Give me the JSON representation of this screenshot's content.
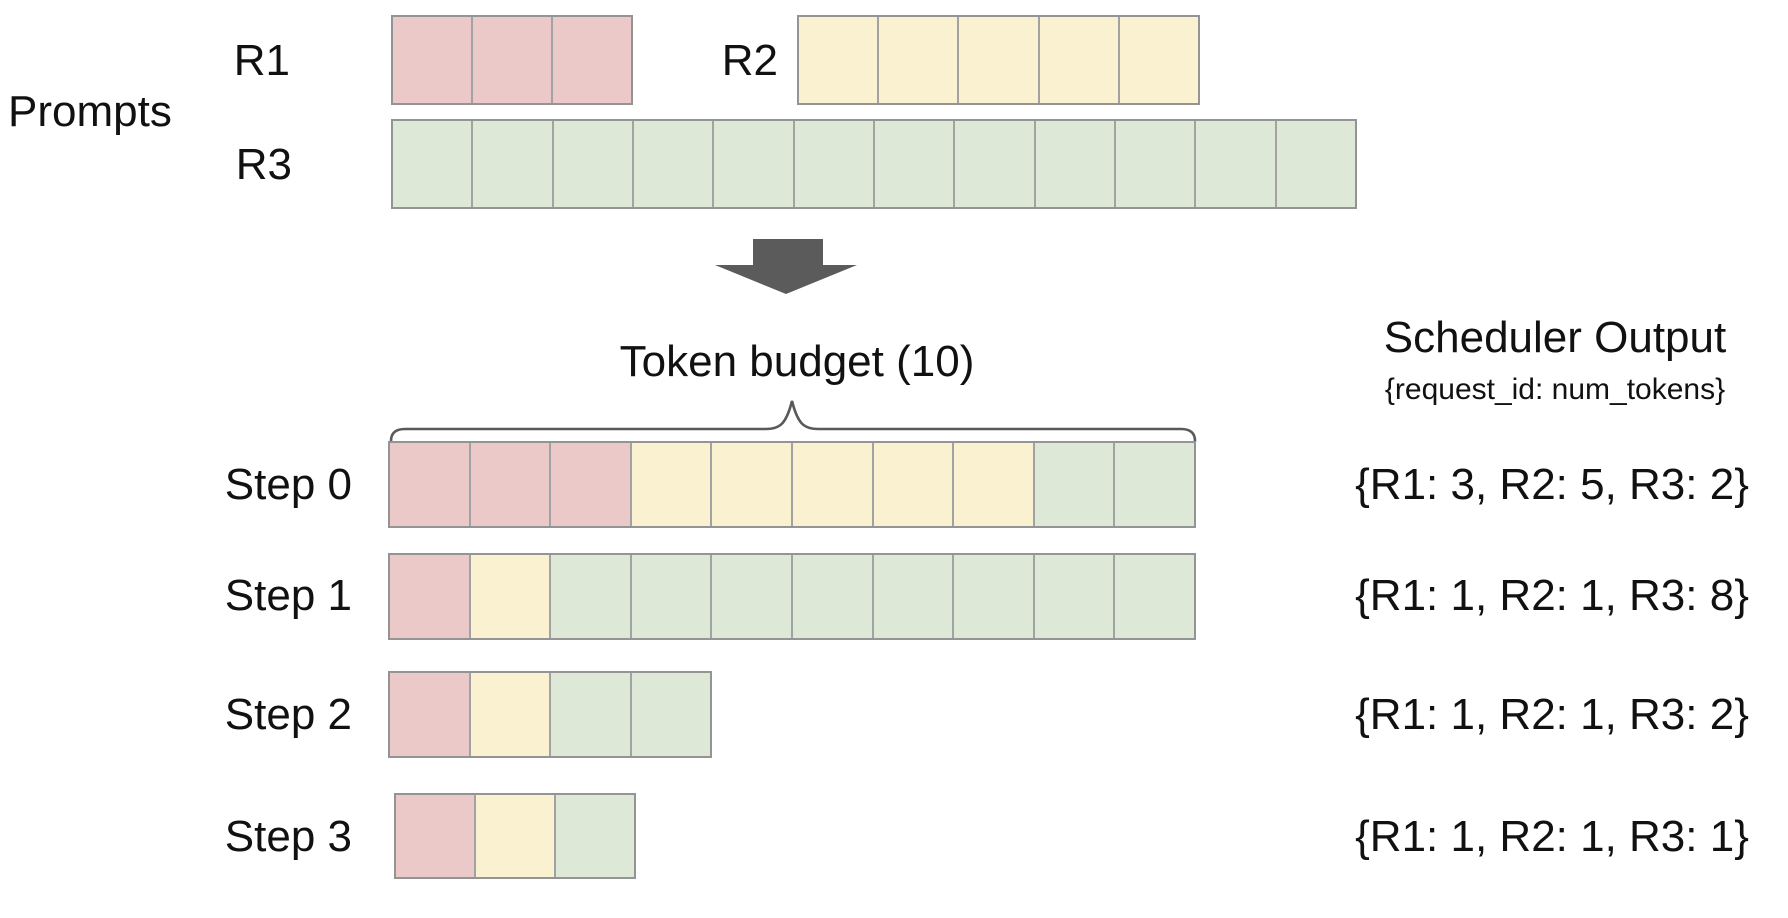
{
  "prompts": {
    "section_label": "Prompts",
    "requests": [
      {
        "id": "R1",
        "color": "pink",
        "num_tokens": 3,
        "segments": [
          {
            "color": "pink",
            "count": 3
          }
        ]
      },
      {
        "id": "R2",
        "color": "yellow",
        "num_tokens": 5,
        "segments": [
          {
            "color": "yellow",
            "count": 5
          }
        ]
      },
      {
        "id": "R3",
        "color": "green",
        "num_tokens": 12,
        "segments": [
          {
            "color": "green",
            "count": 12
          }
        ]
      }
    ]
  },
  "token_budget": {
    "label": "Token budget (10)",
    "value": 10
  },
  "scheduler_output": {
    "title": "Scheduler Output",
    "subtitle": "{request_id: num_tokens}",
    "steps": [
      {
        "label": "Step 0",
        "output_text": "{R1: 3, R2: 5, R3: 2}",
        "segments": [
          {
            "color": "pink",
            "count": 3
          },
          {
            "color": "yellow",
            "count": 5
          },
          {
            "color": "green",
            "count": 2
          }
        ]
      },
      {
        "label": "Step 1",
        "output_text": "{R1: 1, R2: 1, R3: 8}",
        "segments": [
          {
            "color": "pink",
            "count": 1
          },
          {
            "color": "yellow",
            "count": 1
          },
          {
            "color": "green",
            "count": 8
          }
        ]
      },
      {
        "label": "Step 2",
        "output_text": "{R1: 1, R2: 1, R3: 2}",
        "segments": [
          {
            "color": "pink",
            "count": 1
          },
          {
            "color": "yellow",
            "count": 1
          },
          {
            "color": "green",
            "count": 2
          }
        ]
      },
      {
        "label": "Step 3",
        "output_text": "{R1: 1, R2: 1, R3: 1}",
        "segments": [
          {
            "color": "pink",
            "count": 1
          },
          {
            "color": "yellow",
            "count": 1
          },
          {
            "color": "green",
            "count": 1
          }
        ]
      }
    ]
  },
  "colors": {
    "pink": "#ecc9c9",
    "yellow": "#faf1d1",
    "green": "#dde9d6",
    "cell_border": "#a2a2a2",
    "row_border": "#949494",
    "arrow": "#5b5b5b",
    "brace": "#595959",
    "text": "#111111"
  }
}
